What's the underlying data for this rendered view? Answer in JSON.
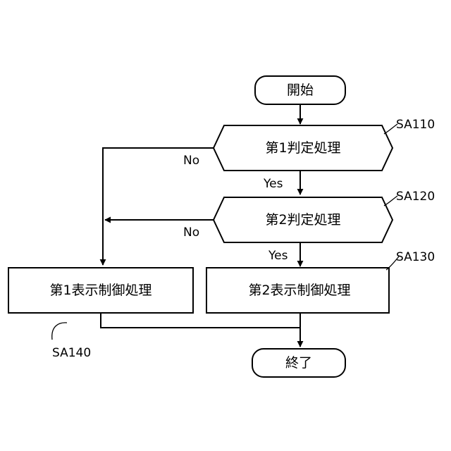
{
  "nodes": {
    "start": "開始",
    "decision1": "第1判定処理",
    "decision2": "第2判定処理",
    "process_first_display": "第1表示制御処理",
    "process_second_display": "第2表示制御処理",
    "end": "終了"
  },
  "step_labels": {
    "sa110": "SA110",
    "sa120": "SA120",
    "sa130": "SA130",
    "sa140": "SA140"
  },
  "branch_labels": {
    "d1_yes": "Yes",
    "d1_no": "No",
    "d2_yes": "Yes",
    "d2_no": "No"
  }
}
